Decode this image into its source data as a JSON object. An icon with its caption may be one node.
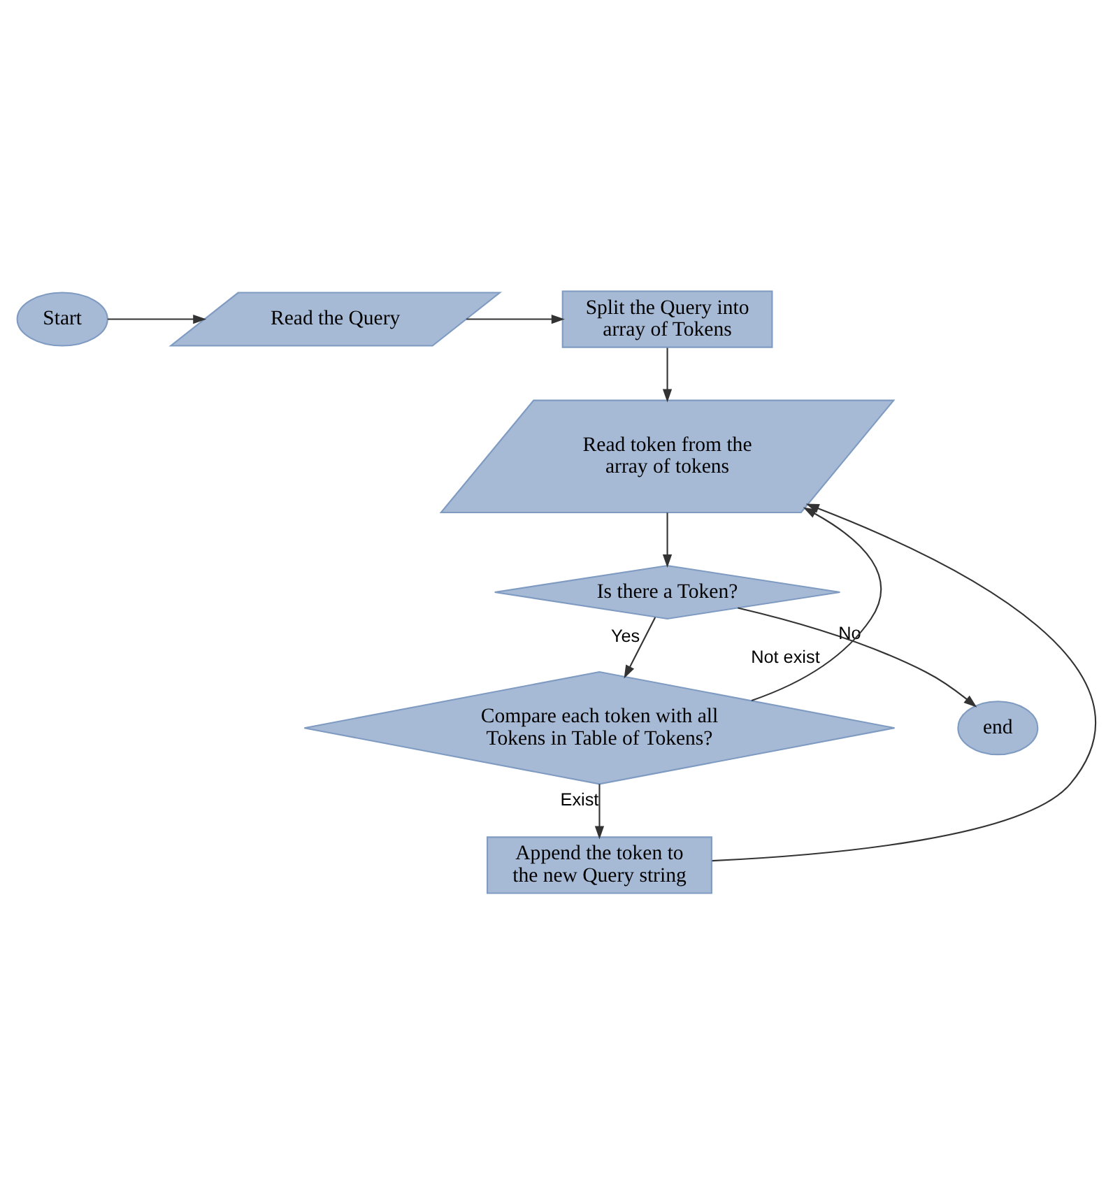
{
  "diagram": {
    "nodes": [
      {
        "text": [
          "Start"
        ]
      },
      {
        "text": [
          "Read the Query"
        ]
      },
      {
        "text": [
          "Split the Query into array of Tokens"
        ]
      },
      {
        "text": [
          "Read token from the array of tokens"
        ]
      },
      {
        "text": [
          "Is there a Token?"
        ]
      },
      {
        "text": [
          "Compare each token with all Tokens in Table of Tokens?"
        ]
      },
      {
        "text": [
          "Append the token to the new Query string"
        ]
      },
      {
        "text": [
          "end"
        ]
      }
    ],
    "edges": [
      {
        "from": 0,
        "to": 1,
        "arrow": "to"
      },
      {
        "from": 1,
        "to": 2,
        "arrow": "to"
      },
      {
        "from": 2,
        "to": 3,
        "arrow": "to"
      },
      {
        "from": 3,
        "to": 4,
        "arrow": "to"
      },
      {
        "from": 4,
        "to": 5,
        "arrow": "to",
        "label": "Yes"
      },
      {
        "from": 4,
        "to": 7,
        "arrow": "to",
        "label": "No"
      },
      {
        "from": 5,
        "to": 6,
        "arrow": "to",
        "label": "Exist"
      },
      {
        "from": 5,
        "to": 3,
        "arrow": "to",
        "label": "Not exist"
      },
      {
        "from": 6,
        "to": 3,
        "arrow": "to"
      }
    ]
  }
}
